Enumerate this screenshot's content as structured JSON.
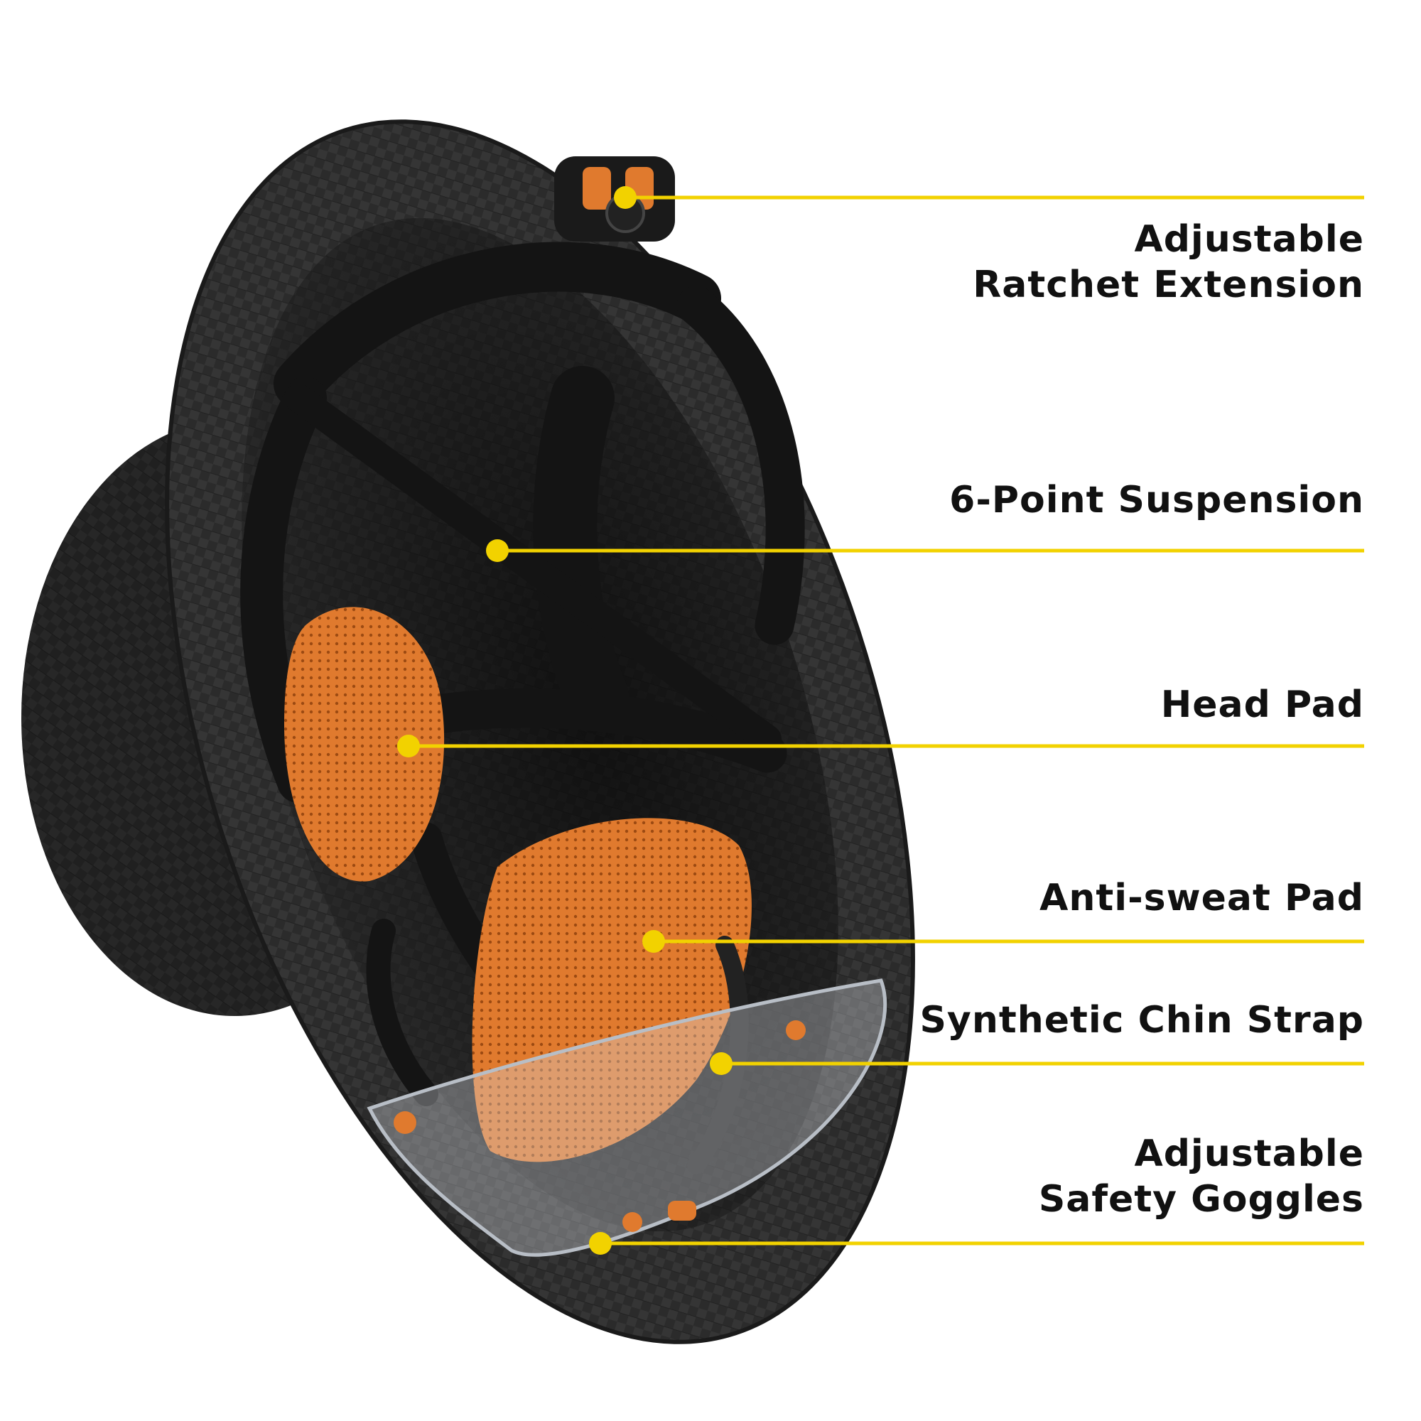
{
  "colors": {
    "leader": "#F2D200",
    "shell": "#262626",
    "pad": "#E07A2E",
    "strap": "#141414",
    "text": "#111111"
  },
  "callouts": [
    {
      "id": "ratchet",
      "lines": [
        "Adjustable",
        "Ratchet Extension"
      ]
    },
    {
      "id": "suspension",
      "lines": [
        "6-Point Suspension"
      ]
    },
    {
      "id": "head-pad",
      "lines": [
        "Head Pad"
      ]
    },
    {
      "id": "anti-sweat",
      "lines": [
        "Anti-sweat Pad"
      ]
    },
    {
      "id": "chin-strap",
      "lines": [
        "Synthetic Chin Strap"
      ]
    },
    {
      "id": "goggles",
      "lines": [
        "Adjustable",
        "Safety Goggles"
      ]
    }
  ]
}
